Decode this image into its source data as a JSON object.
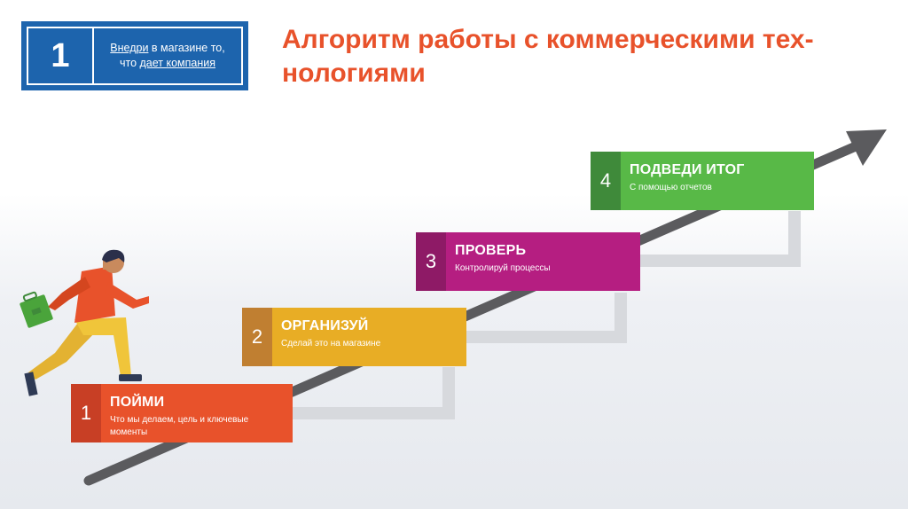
{
  "badge": {
    "number": "1",
    "line1_word1": "Внедри",
    "line1_rest": " в магазине то,",
    "line2_start": "что ",
    "line2_underlined": "дает компания"
  },
  "title": {
    "line1": "Алгоритм работы с коммерческими тех-",
    "line2": "нологиями"
  },
  "steps": [
    {
      "number": "1",
      "heading": "ПОЙМИ",
      "text": "Что мы делаем, цель и ключевые\nмоменты",
      "color": "#e8522b",
      "dark": "#c83f25"
    },
    {
      "number": "2",
      "heading": "ОРГАНИЗУЙ",
      "text": "Сделай это на магазине",
      "color": "#e8ad25",
      "dark": "#c07f31"
    },
    {
      "number": "3",
      "heading": "ПРОВЕРЬ",
      "text": "Контролируй процессы",
      "color": "#b51e81",
      "dark": "#8e1a66"
    },
    {
      "number": "4",
      "heading": "ПОДВЕДИ ИТОГ",
      "text": "С помощью отчетов",
      "color": "#58b947",
      "dark": "#3f8a3a"
    }
  ],
  "colors": {
    "arrow": "#5b5b5e",
    "connector": "#d7d9dd",
    "title": "#e8522b",
    "badge": "#1d64ad"
  }
}
